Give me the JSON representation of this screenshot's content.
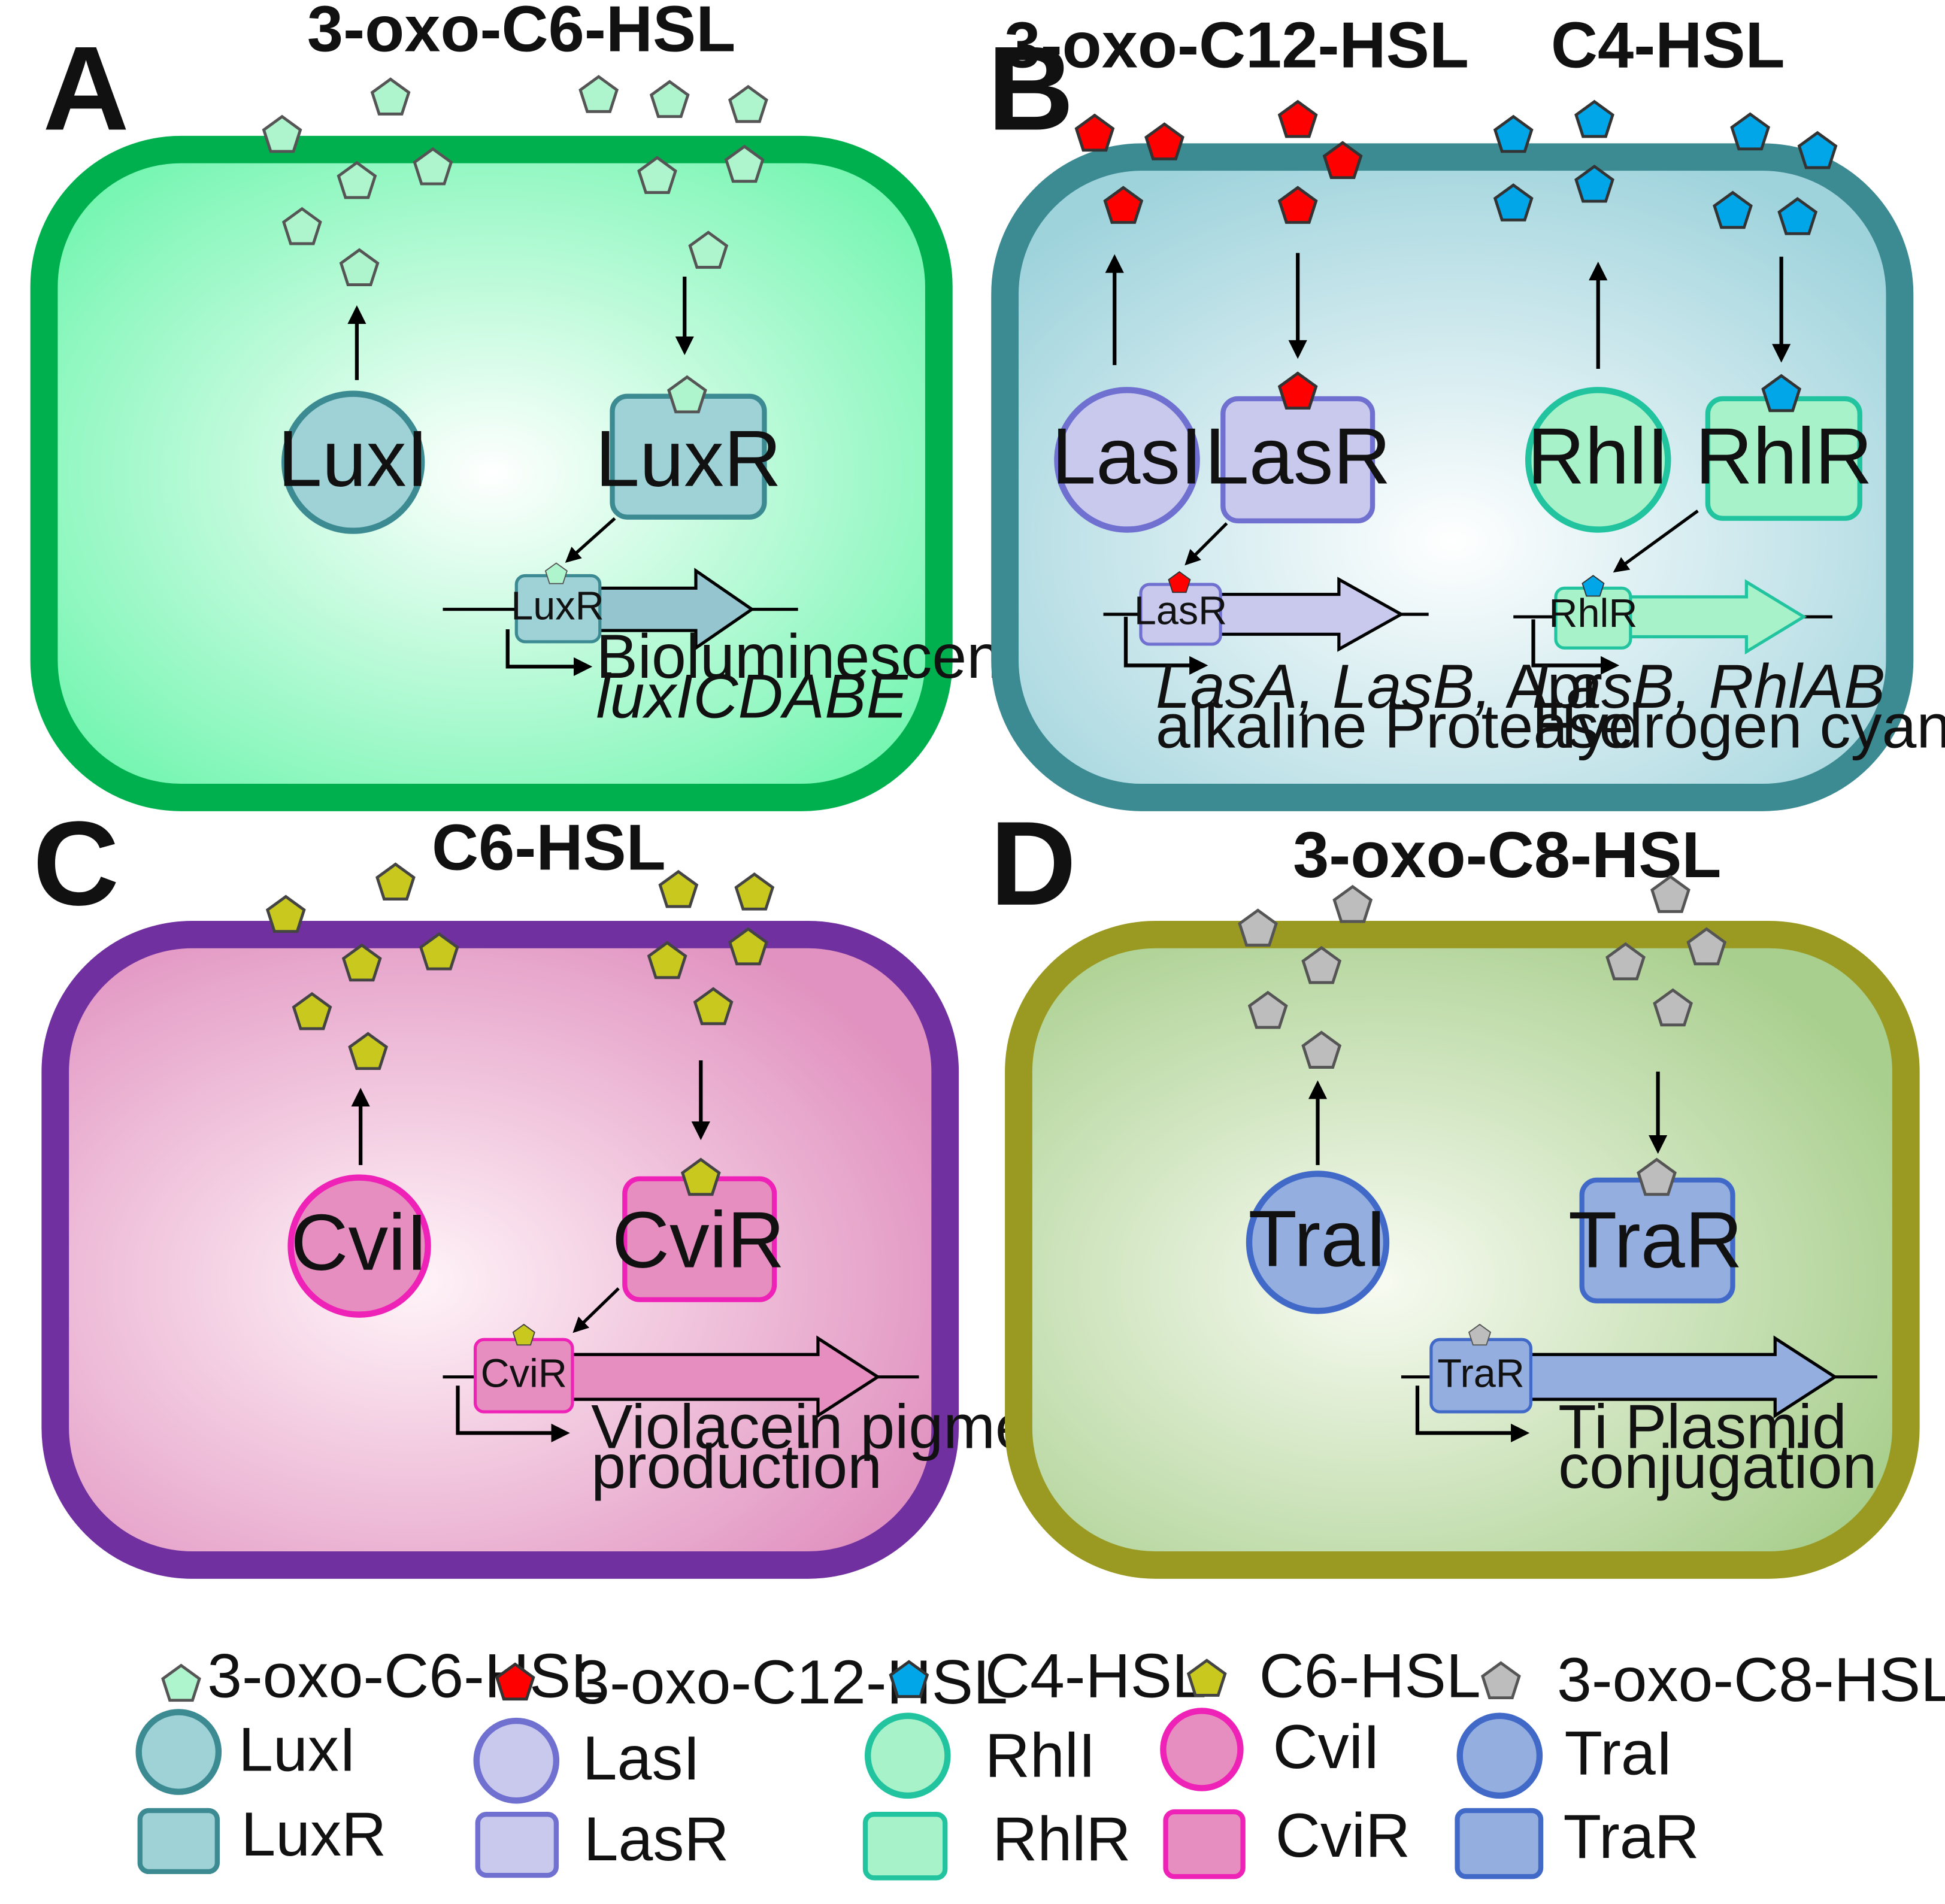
{
  "panels": {
    "A": {
      "letter": "A",
      "hsl_titles": [
        "3-oxo-C6-HSL"
      ],
      "synthase": "LuxI",
      "receptor": "LuxR",
      "gene_box": "LuxR",
      "output_lines": [
        "Bioluminescence",
        "luxICDABE"
      ]
    },
    "B": {
      "letter": "B",
      "hsl_titles": [
        "3-oxo-C12-HSL",
        "C4-HSL"
      ],
      "synthase_1": "LasI",
      "receptor_1": "LasR",
      "gene_box_1": "LasR",
      "output_1_line1_italic": "LasA, LasB,",
      "output_1_line1_plain": " Apr",
      "output_1_line2": "alkaline  Protease",
      "synthase_2": "RhlI",
      "receptor_2": "RhlR",
      "gene_box_2": "RhlR",
      "output_2_line1": "LasB, RhlAB",
      "output_2_line2": "Hydrogen cyanide"
    },
    "C": {
      "letter": "C",
      "hsl_titles": [
        "C6-HSL"
      ],
      "synthase": "CviI",
      "receptor": "CviR",
      "gene_box": "CviR",
      "output_lines": [
        "Violacein pigment",
        "production"
      ]
    },
    "D": {
      "letter": "D",
      "hsl_titles": [
        "3-oxo-C8-HSL"
      ],
      "synthase": "TraI",
      "receptor": "TraR",
      "gene_box": "TraR",
      "output_lines": [
        "Ti Plasmid",
        "conjugation"
      ]
    }
  },
  "legend": {
    "signals": [
      "3-oxo-C6-HSL",
      "3-oxo-C12-HSL",
      "C4-HSL",
      "C6-HSL",
      "3-oxo-C8-HSL"
    ],
    "synthases": [
      "LuxI",
      "LasI",
      "RhlI",
      "CviI",
      "TraI"
    ],
    "receptors": [
      "LuxR",
      "LasR",
      "RhlR",
      "CviR",
      "TraR"
    ]
  },
  "colors": {
    "cell_A_wall": "#00b04f",
    "cell_B_wall": "#3c8a92",
    "cell_C_wall": "#7030a0",
    "cell_D_wall": "#9a9a22",
    "signal_3oxoC6": "#aef5cd",
    "signal_3oxoC12": "#ff0000",
    "signal_C4": "#00a6e8",
    "signal_C6": "#c8c81e",
    "signal_3oxoC8": "#bdbdbd",
    "lux": "#9fd2d6",
    "las": "#c9c9ee",
    "rhl": "#a8f2ca",
    "cvi": "#e68ebf",
    "tra": "#94aee0"
  }
}
